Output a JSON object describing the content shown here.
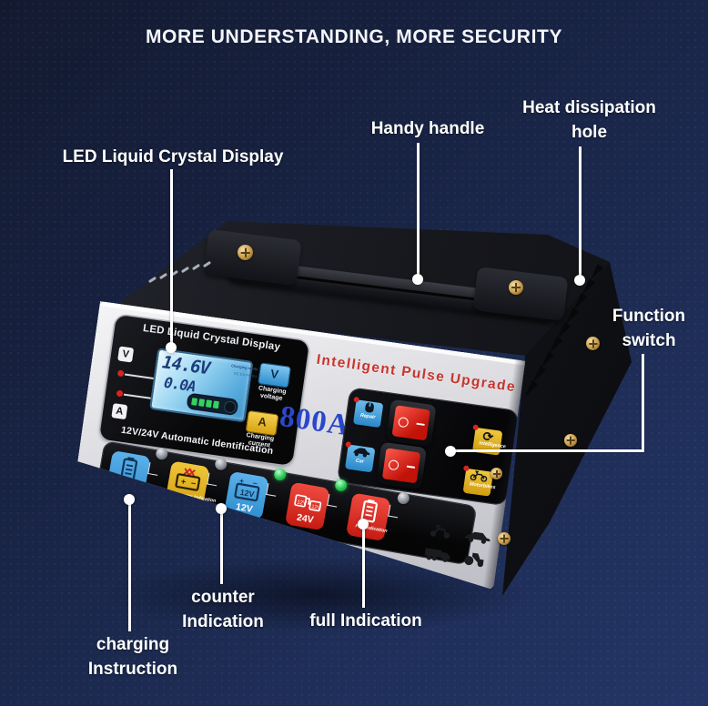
{
  "title": "MORE UNDERSTANDING, MORE SECURITY",
  "callouts": {
    "led_display": "LED Liquid Crystal Display",
    "handy_handle": "Handy handle",
    "heat_hole": "Heat dissipation hole",
    "function_switch": "Function switch",
    "charging_instruction": "charging Instruction",
    "counter_indication": "counter Indication",
    "full_indication": "full Indication"
  },
  "device": {
    "panel_title": "LED Liquid Crystal Display",
    "lcd": {
      "voltage": "14.6V",
      "current": "0.0A",
      "mode_label": "Charging mode",
      "stages": "CC CV FC FU",
      "v_badge": "V",
      "a_badge": "A"
    },
    "voltage_button_glyph": "V",
    "voltage_button_label": "Charging voltage",
    "current_button_glyph": "A",
    "current_button_label": "Charging current",
    "auto_id": "12V/24V Automatic Identification",
    "slogan": "Intelligent Pulse Upgrade",
    "amperage": "800A",
    "function_switches": {
      "repair": "Repair",
      "intelligence": "Intelligence",
      "car": "Car",
      "motorbikes": "Motorbikes",
      "intelligence_glyph": "⟳"
    },
    "indicators": [
      {
        "label": "Charging Instruction"
      },
      {
        "label": "Counter Indication"
      },
      {
        "label": "12V",
        "inner": "12V"
      },
      {
        "label": "24V"
      },
      {
        "label": "Full Indication"
      }
    ]
  },
  "colors": {
    "background_navy": "#1b2547",
    "label_white": "#ffffff",
    "panel_silver": "#dfdfe3",
    "slogan_red": "#c7342e",
    "amperage_blue": "#2a47cc",
    "lcd_blue": "#58acde",
    "button_blue": "#2f8ecf",
    "button_yellow": "#d9a312",
    "button_red": "#c61b12",
    "led_green": "#2ecc57",
    "rocker_red": "#c21309"
  }
}
